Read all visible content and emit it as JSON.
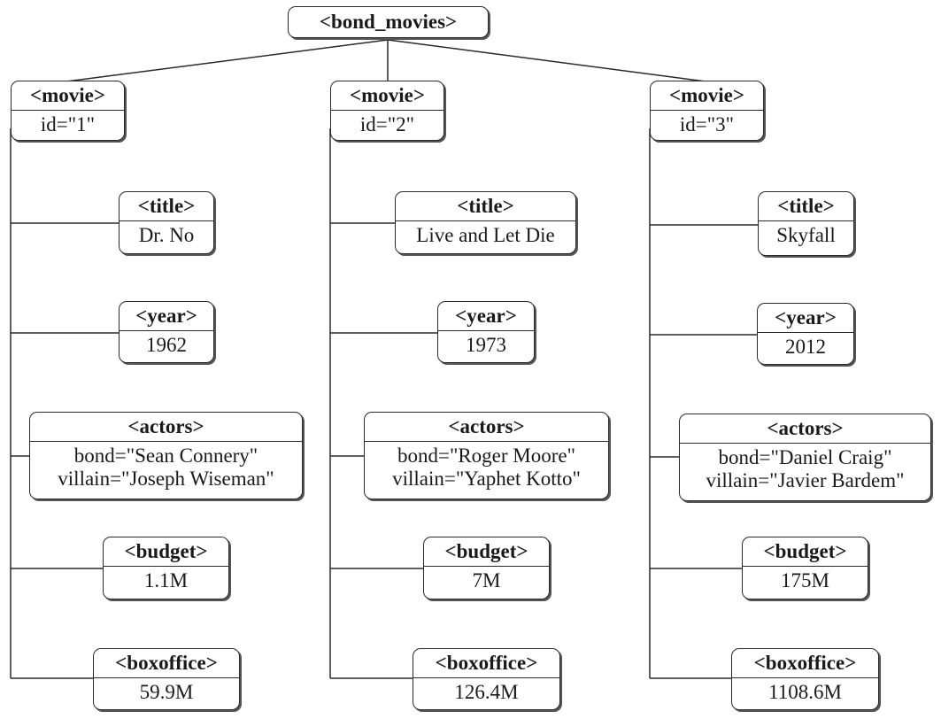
{
  "root": {
    "tag": "<bond_movies>"
  },
  "movies": [
    {
      "tag": "<movie>",
      "id": "id=\"1\"",
      "children": [
        {
          "tag": "<title>",
          "lines": [
            "Dr. No"
          ]
        },
        {
          "tag": "<year>",
          "lines": [
            "1962"
          ]
        },
        {
          "tag": "<actors>",
          "lines": [
            "bond=\"Sean Connery\"",
            "villain=\"Joseph Wiseman\""
          ]
        },
        {
          "tag": "<budget>",
          "lines": [
            "1.1M"
          ]
        },
        {
          "tag": "<boxoffice>",
          "lines": [
            "59.9M"
          ]
        }
      ]
    },
    {
      "tag": "<movie>",
      "id": "id=\"2\"",
      "children": [
        {
          "tag": "<title>",
          "lines": [
            "Live and Let Die"
          ]
        },
        {
          "tag": "<year>",
          "lines": [
            "1973"
          ]
        },
        {
          "tag": "<actors>",
          "lines": [
            "bond=\"Roger Moore\"",
            "villain=\"Yaphet Kotto\""
          ]
        },
        {
          "tag": "<budget>",
          "lines": [
            "7M"
          ]
        },
        {
          "tag": "<boxoffice>",
          "lines": [
            "126.4M"
          ]
        }
      ]
    },
    {
      "tag": "<movie>",
      "id": "id=\"3\"",
      "children": [
        {
          "tag": "<title>",
          "lines": [
            "Skyfall"
          ]
        },
        {
          "tag": "<year>",
          "lines": [
            "2012"
          ]
        },
        {
          "tag": "<actors>",
          "lines": [
            "bond=\"Daniel Craig\"",
            "villain=\"Javier Bardem\""
          ]
        },
        {
          "tag": "<budget>",
          "lines": [
            "175M"
          ]
        },
        {
          "tag": "<boxoffice>",
          "lines": [
            "1108.6M"
          ]
        }
      ]
    }
  ]
}
